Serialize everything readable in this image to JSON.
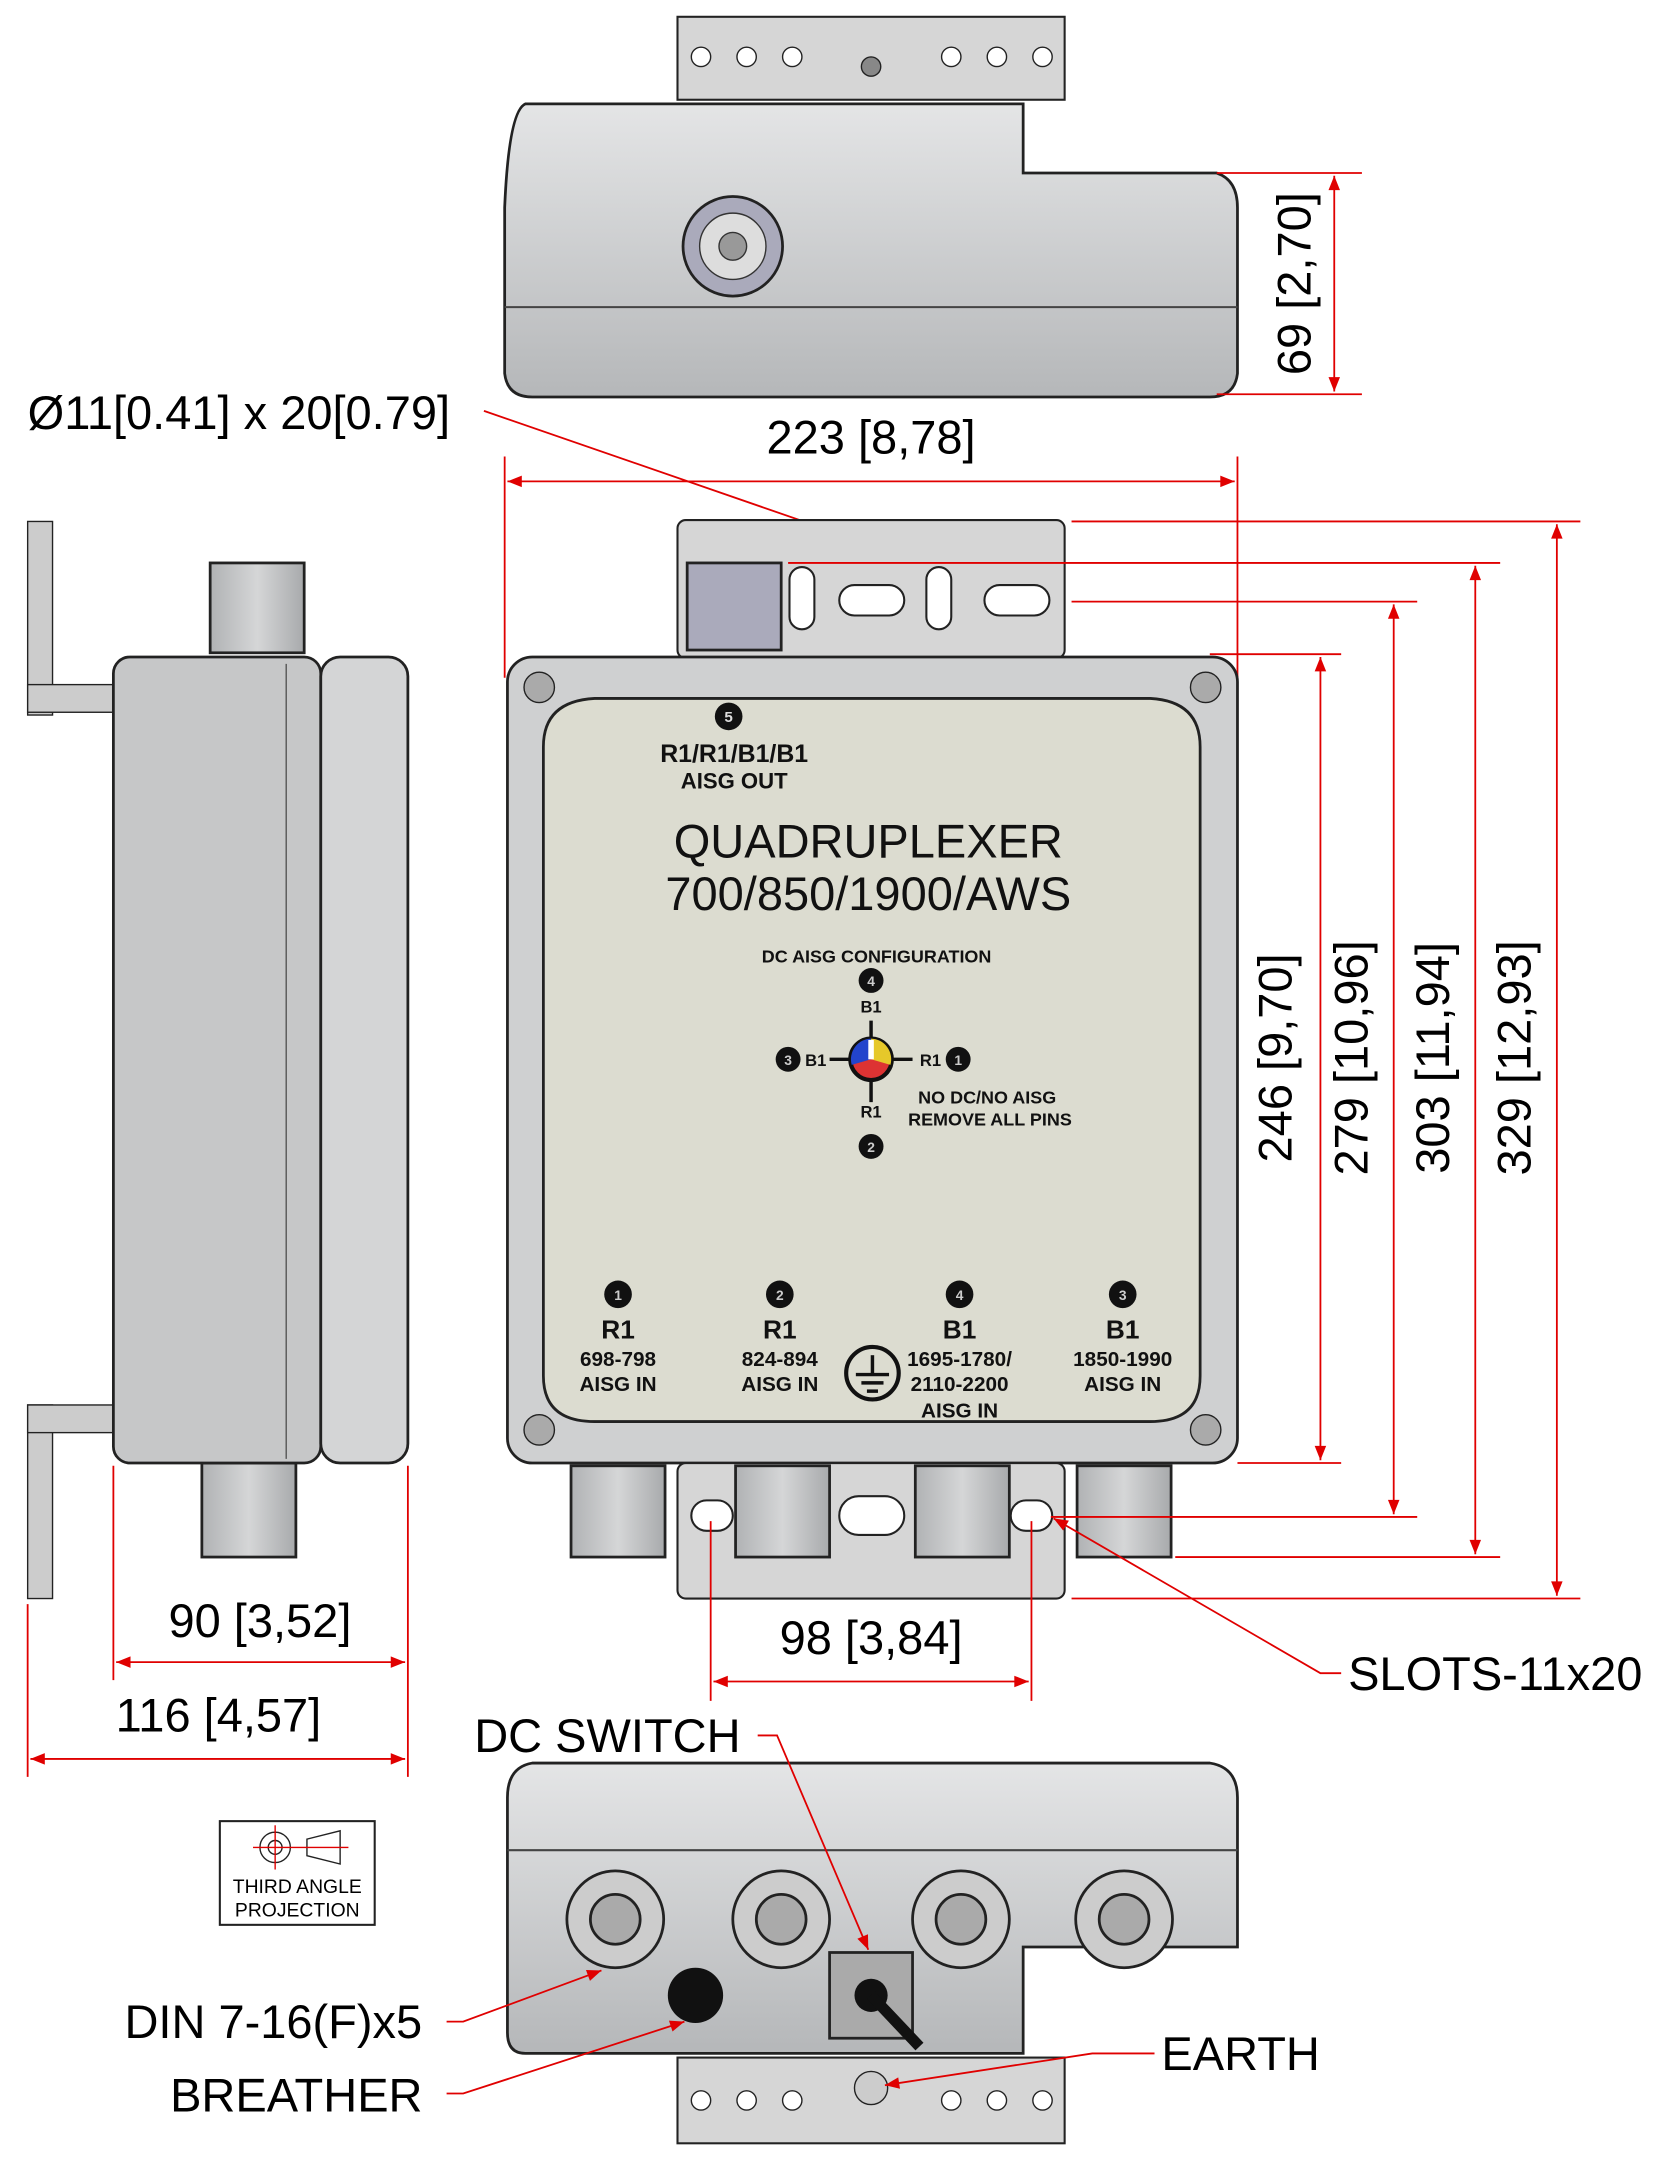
{
  "dimensions": {
    "top_height": "69 [2,70]",
    "width": "223 [8,78]",
    "mount_hole": "Ø11[0.41] x 20[0.79]",
    "h246": "246 [9,70]",
    "h279": "279 [10,96]",
    "h303": "303 [11,94]",
    "h329": "329 [12,93]",
    "depth90": "90 [3,52]",
    "depth116": "116 [4,57]",
    "slot_spacing": "98 [3,84]"
  },
  "callouts": {
    "slots": "SLOTS-11x20",
    "dc_switch": "DC SWITCH",
    "din": "DIN 7-16(F)x5",
    "breather": "BREATHER",
    "earth": "EARTH"
  },
  "projection": {
    "line1": "THIRD ANGLE",
    "line2": "PROJECTION"
  },
  "label_panel": {
    "port5_num": "5",
    "port5_line1": "R1/R1/B1/B1",
    "port5_line2": "AISG OUT",
    "title": "QUADRUPLEXER",
    "subtitle": "700/850/1900/AWS",
    "config_title": "DC AISG CONFIGURATION",
    "dial": {
      "top_num": "4",
      "top": "B1",
      "left_num": "3",
      "left": "B1",
      "right": "R1",
      "right_num": "1",
      "bottom": "R1",
      "bottom_num": "2"
    },
    "no_dc_1": "NO DC/NO AISG",
    "no_dc_2": "REMOVE ALL PINS",
    "ports": [
      {
        "num": "1",
        "band": "R1",
        "freq": "698-798",
        "freq2": "",
        "aisg": "AISG IN"
      },
      {
        "num": "2",
        "band": "R1",
        "freq": "824-894",
        "freq2": "",
        "aisg": "AISG IN"
      },
      {
        "num": "4",
        "band": "B1",
        "freq": "1695-1780/",
        "freq2": "2110-2200",
        "aisg": "AISG IN"
      },
      {
        "num": "3",
        "band": "B1",
        "freq": "1850-1990",
        "freq2": "",
        "aisg": "AISG IN"
      }
    ]
  }
}
